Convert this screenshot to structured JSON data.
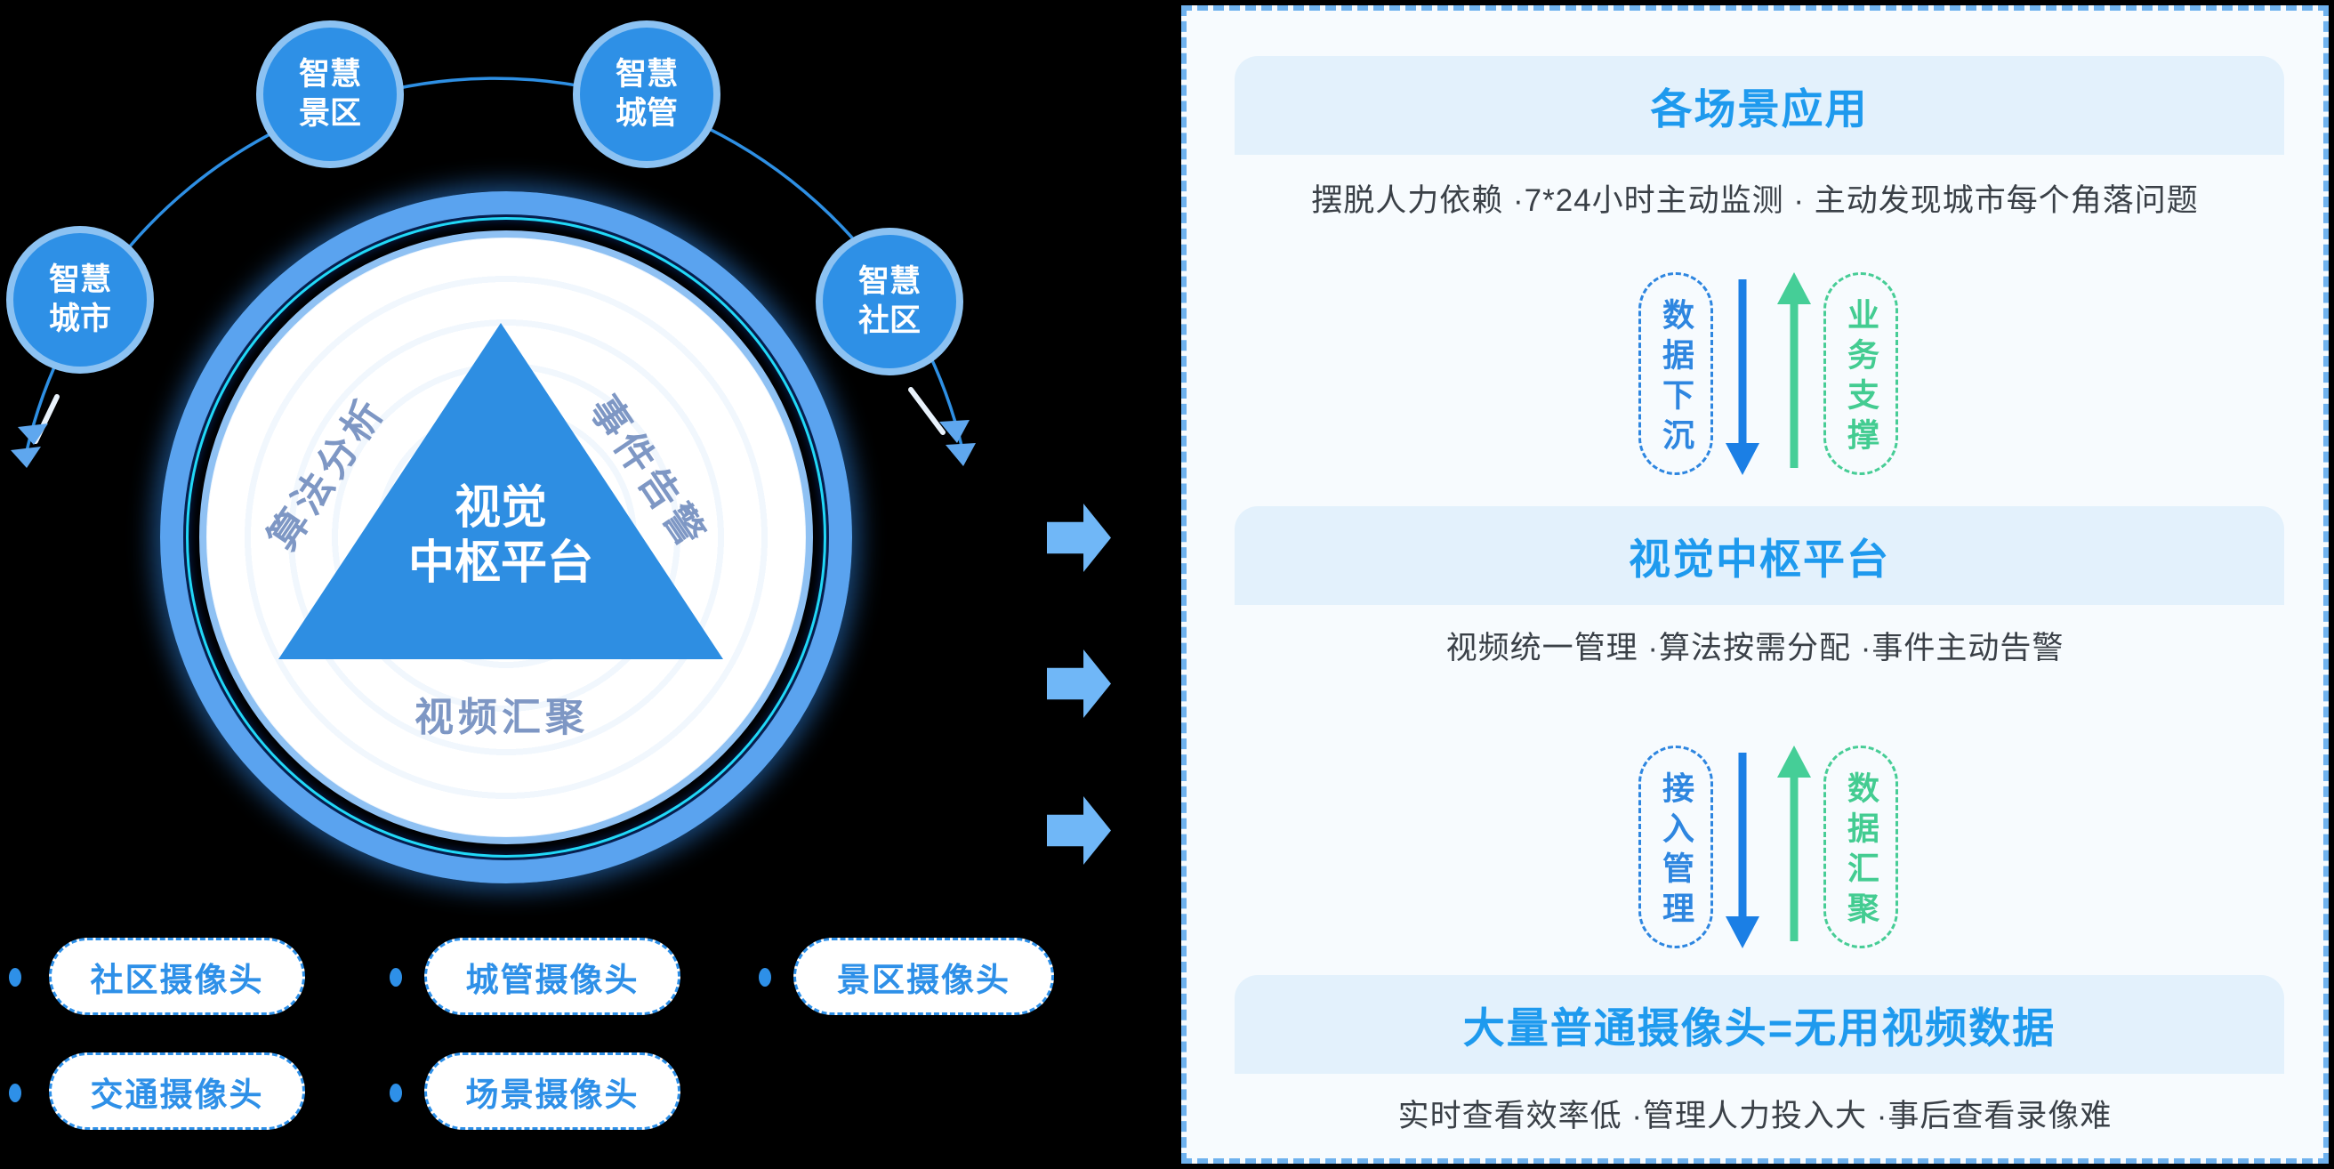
{
  "colors": {
    "primary_blue": "#2E90E6",
    "satellite_border": "#8CC2F2",
    "triangle_blue": "#2E8EE2",
    "muted_edge_label": "#7E97C4",
    "pill_blue": "#2E90E8",
    "mid_arrow_blue": "#70B7F7",
    "panel_bg": "#F7FBFE",
    "panel_border": "#6FB2EE",
    "section_bar_bg": "#E3F1FC",
    "section_title_blue": "#1E9AEE",
    "body_text": "#3A4047",
    "flow_down_blue": "#1B7FE5",
    "flow_up_green": "#45CE97",
    "cyan_ring": "#21D8F7"
  },
  "diagram": {
    "satellites": [
      {
        "line1": "智慧",
        "line2": "城市"
      },
      {
        "line1": "智慧",
        "line2": "景区"
      },
      {
        "line1": "智慧",
        "line2": "城管"
      },
      {
        "line1": "智慧",
        "line2": "社区"
      }
    ],
    "center": {
      "line1": "视觉",
      "line2": "中枢平台"
    },
    "edges": {
      "left": "算法分析",
      "right": "事件告警",
      "bottom": "视频汇聚"
    },
    "camera_pills": [
      "社区摄像头",
      "城管摄像头",
      "景区摄像头",
      "交通摄像头",
      "场景摄像头"
    ]
  },
  "panel": {
    "sections": [
      {
        "title": "各场景应用",
        "subtitle": "摆脱人力依赖 ·7*24小时主动监测 · 主动发现城市每个角落问题"
      },
      {
        "title": "视觉中枢平台",
        "subtitle": "视频统一管理 ·算法按需分配 ·事件主动告警"
      },
      {
        "title": "大量普通摄像头=无用视频数据",
        "subtitle": "实时查看效率低 ·管理人力投入大 ·事后查看录像难"
      }
    ],
    "flows": [
      {
        "down": "数据下沉",
        "up": "业务支撑"
      },
      {
        "down": "接入管理",
        "up": "数据汇聚"
      }
    ]
  }
}
